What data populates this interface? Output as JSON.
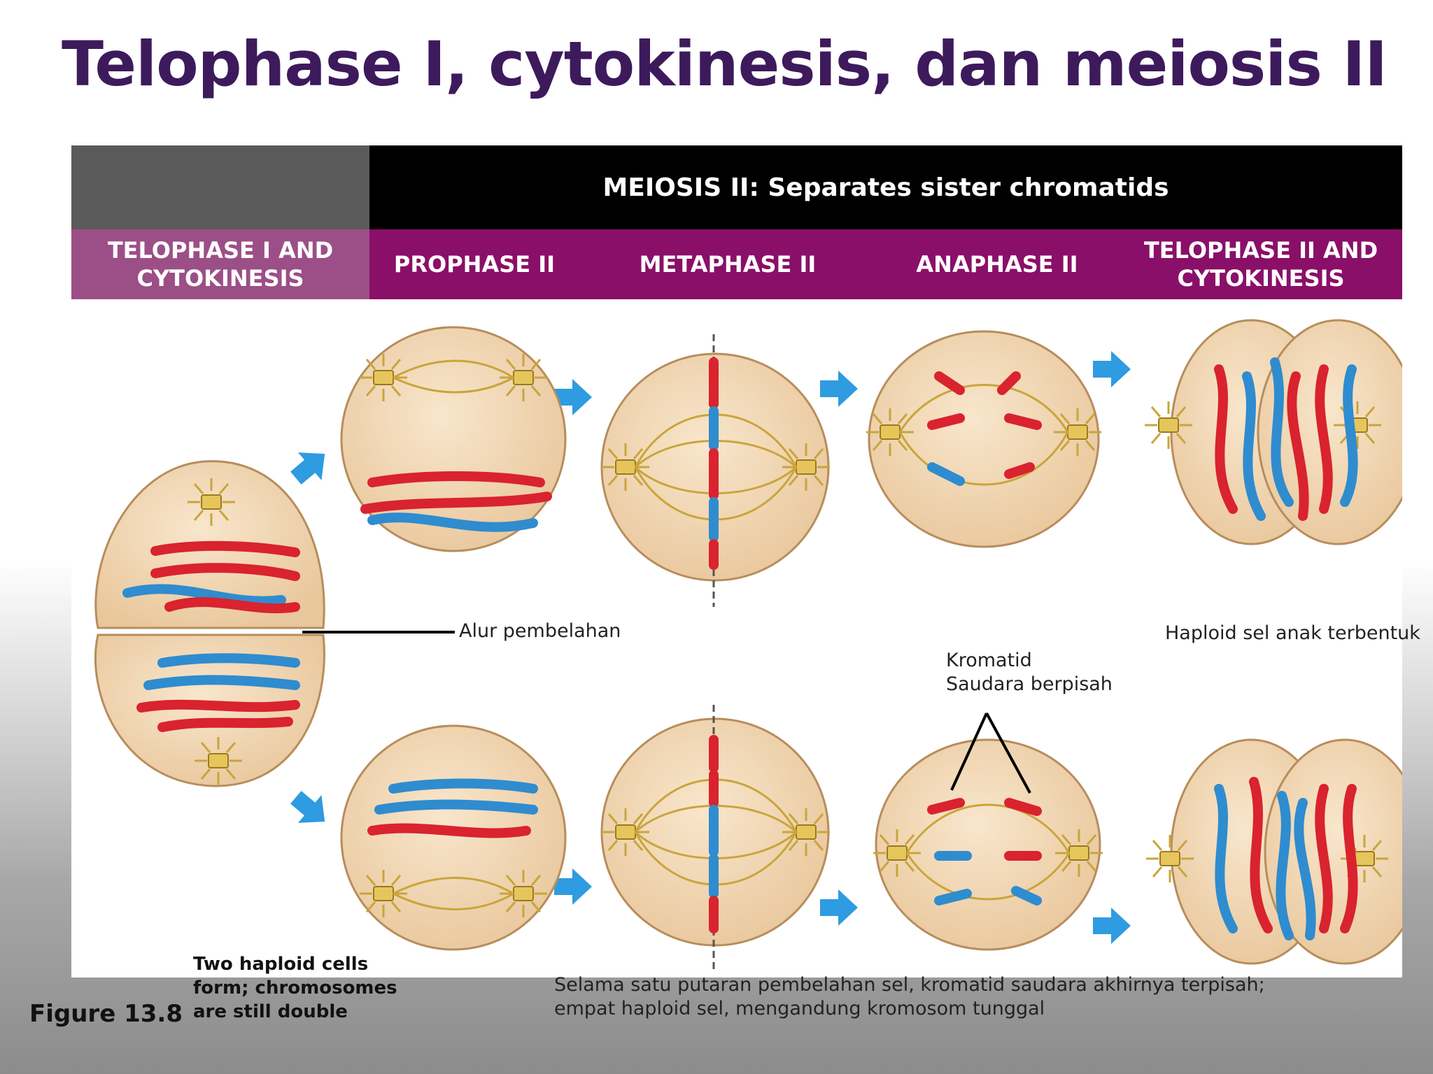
{
  "title": "Telophase I, cytokinesis, dan meiosis II",
  "header": {
    "meiosis_title": "MEIOSIS II: Separates sister chromatids",
    "phases": [
      {
        "line1": "TELOPHASE I AND",
        "line2": "CYTOKINESIS"
      },
      {
        "line1": "PROPHASE II",
        "line2": ""
      },
      {
        "line1": "METAPHASE II",
        "line2": ""
      },
      {
        "line1": "ANAPHASE II",
        "line2": ""
      },
      {
        "line1": "TELOPHASE II AND",
        "line2": "CYTOKINESIS"
      }
    ]
  },
  "labels": {
    "cleavage": "Alur pembelahan",
    "haploid_formed": "Haploid sel anak terbentuk",
    "chromatid_1": "Kromatid",
    "chromatid_2": "Saudara berpisah"
  },
  "figure": "Figure 13.8",
  "caption": {
    "line1": "Two haploid cells",
    "line2": "form; chromosomes",
    "line3": "are still double"
  },
  "note": {
    "line1": "Selama satu putaran pembelahan sel, kromatid saudara akhirnya terpisah;",
    "line2": "empat haploid sel, mengandung kromosom tunggal"
  },
  "colors": {
    "title": "#3d1a5c",
    "header_purple": "#8a0f68",
    "header_left": "#9c4f86",
    "cell": "#f1d6b2",
    "chromosome_red": "#d9232e",
    "chromosome_blue": "#2f8ccf",
    "arrow": "#2f9be0",
    "spindle": "#c9a53a"
  }
}
